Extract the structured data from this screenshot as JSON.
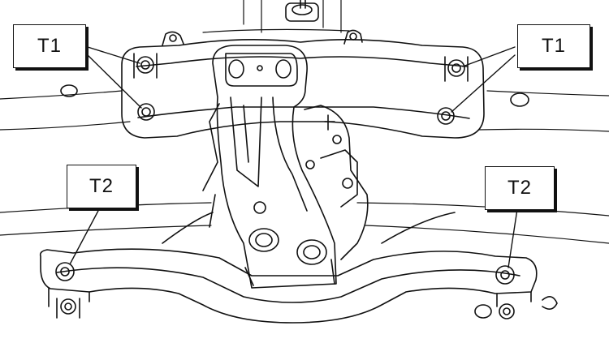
{
  "labels": {
    "t1_left": "T1",
    "t1_right": "T1",
    "t2_left": "T2",
    "t2_right": "T2"
  },
  "colors": {
    "ink": "#111111",
    "paper": "#ffffff"
  }
}
